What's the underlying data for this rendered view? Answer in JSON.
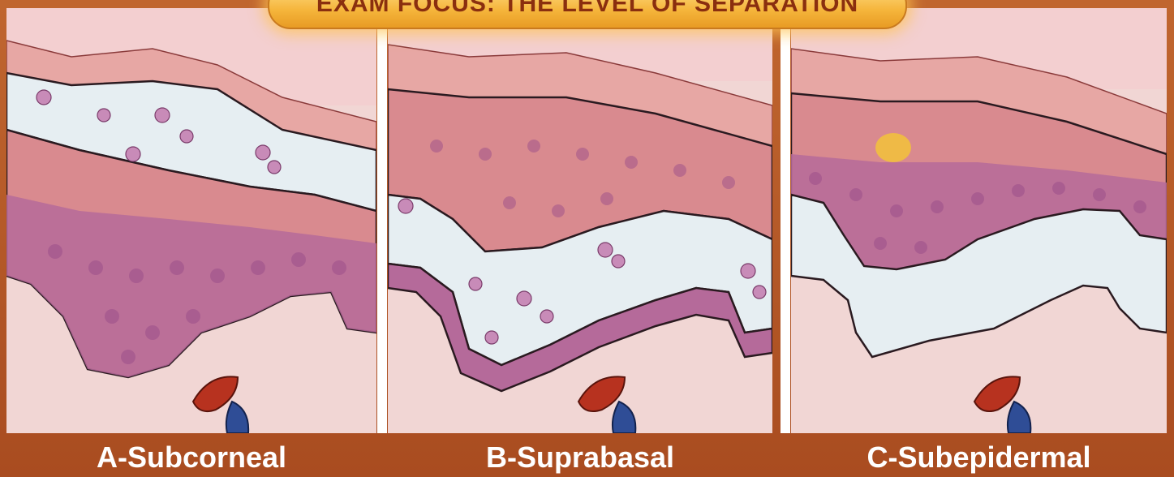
{
  "banner": {
    "title": "EXAM FOCUS: THE LEVEL OF SEPARATION"
  },
  "panels": [
    {
      "id": "A",
      "label": "A-Subcorneal"
    },
    {
      "id": "B",
      "label": "B-Suprabasal"
    },
    {
      "id": "C",
      "label": "C-Subepidermal"
    }
  ],
  "colors": {
    "frame": "#b5572a",
    "banner": "#f5b53b",
    "blister": "#e6eef2",
    "stratum_corneum": "#e7a7a4",
    "keratinocytes": "#d98a8f",
    "basal_cells": "#b56a9a",
    "dermis": "#f1d6d4",
    "vessel_red": "#b7321f",
    "vessel_blue": "#2f4d96",
    "outline": "#2a1a20"
  }
}
